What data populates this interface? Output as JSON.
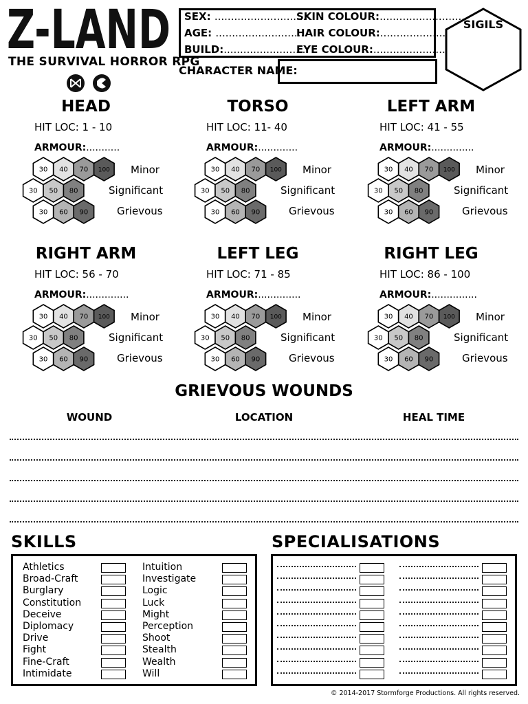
{
  "header": {
    "logo_text": "Z-LAND",
    "subtitle": "THE SURVIVAL HORROR RPG",
    "icons": [
      "mind-sigil-icon",
      "stormforge-icon"
    ],
    "fields": [
      {
        "label": "SEX:",
        "dots": "............................"
      },
      {
        "label": "SKIN COLOUR:",
        "dots": ".........................."
      },
      {
        "label": "AGE:",
        "dots": "............................"
      },
      {
        "label": "HAIR COLOUR:",
        "dots": ".........................."
      },
      {
        "label": "BUILD:",
        "dots": ".........................."
      },
      {
        "label": "EYE COLOUR:",
        "dots": ".........................."
      }
    ],
    "character_name_label": "CHARACTER NAME:",
    "sigils_label": "SIGILS"
  },
  "locations": [
    {
      "name": "HEAD",
      "hit_loc": "HIT LOC: 1 - 10",
      "armour": "ARMOUR:",
      "armour_dots": "..........."
    },
    {
      "name": "TORSO",
      "hit_loc": "HIT LOC: 11- 40",
      "armour": "ARMOUR:",
      "armour_dots": "............."
    },
    {
      "name": "LEFT ARM",
      "hit_loc": "HIT LOC: 41 - 55",
      "armour": "ARMOUR:",
      "armour_dots": ".............."
    },
    {
      "name": "RIGHT ARM",
      "hit_loc": "HIT LOC: 56 - 70",
      "armour": "ARMOUR:",
      "armour_dots": ".............."
    },
    {
      "name": "LEFT LEG",
      "hit_loc": "HIT LOC: 71 - 85",
      "armour": "ARMOUR:",
      "armour_dots": ".............."
    },
    {
      "name": "RIGHT LEG",
      "hit_loc": "HIT LOC: 86 - 100",
      "armour": "ARMOUR:",
      "armour_dots": "..............."
    }
  ],
  "wound_levels": {
    "minor": "Minor",
    "significant": "Significant",
    "grievous": "Grievous",
    "hexes": [
      {
        "value": "30",
        "fill": "#ffffff"
      },
      {
        "value": "40",
        "fill": "#e2e2e2"
      },
      {
        "value": "70",
        "fill": "#9a9a9a"
      },
      {
        "value": "100",
        "fill": "#5a5a5a"
      },
      {
        "value": "30",
        "fill": "#ffffff"
      },
      {
        "value": "50",
        "fill": "#c8c8c8"
      },
      {
        "value": "80",
        "fill": "#808080"
      },
      {
        "value": "30",
        "fill": "#ffffff"
      },
      {
        "value": "60",
        "fill": "#b4b4b4"
      },
      {
        "value": "90",
        "fill": "#6a6a6a"
      }
    ]
  },
  "grievous_wounds": {
    "title": "GRIEVOUS WOUNDS",
    "columns": [
      "WOUND",
      "LOCATION",
      "HEAL TIME"
    ]
  },
  "skills": {
    "title": "SKILLS",
    "left": [
      "Athletics",
      "Broad-Craft",
      "Burglary",
      "Constitution",
      "Deceive",
      "Diplomacy",
      "Drive",
      "Fight",
      "Fine-Craft",
      "Intimidate"
    ],
    "right": [
      "Intuition",
      "Investigate",
      "Logic",
      "Luck",
      "Might",
      "Perception",
      "Shoot",
      "Stealth",
      "Wealth",
      "Will"
    ]
  },
  "specialisations": {
    "title": "SPECIALISATIONS"
  },
  "footer": {
    "copyright": "© 2014-2017 Stormforge Productions. All rights reserved."
  }
}
